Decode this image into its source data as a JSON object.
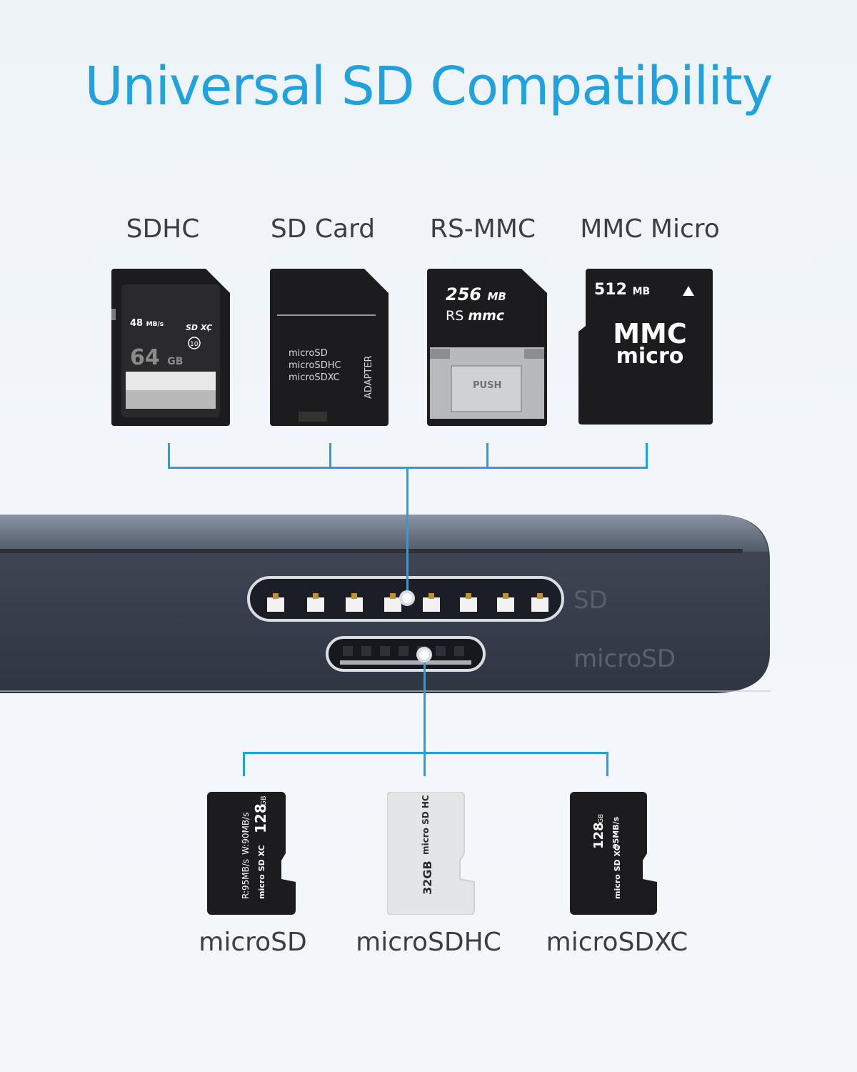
{
  "title": "Universal SD Compatibility",
  "colors": {
    "accent": "#1ea3e0",
    "card_dark": "#1c1c1e",
    "device": "#3e4553"
  },
  "top_cards": [
    {
      "label": "SDHC",
      "speed": "48",
      "speed_unit": "MB/s",
      "capacity": "64",
      "capacity_unit": "GB",
      "class_mark": "10",
      "logo": "SD XC",
      "uhs": "I",
      "icon": "sdhc-card-icon"
    },
    {
      "label": "SD Card",
      "lines": [
        "microSD",
        "microSDHC",
        "microSDXC"
      ],
      "vertical_text": "ADAPTER",
      "icon": "sd-adapter-card-icon"
    },
    {
      "label": "RS-MMC",
      "capacity": "256",
      "capacity_unit": "MB",
      "brand_prefix": "RS",
      "brand_suffix": "mmc",
      "push_text": "PUSH",
      "icon": "rs-mmc-card-icon"
    },
    {
      "label": "MMC Micro",
      "capacity": "512",
      "capacity_unit": "MB",
      "brand_line1": "MMC",
      "brand_line2": "micro",
      "icon": "mmc-micro-card-icon"
    }
  ],
  "device": {
    "slot_sd_label": "SD",
    "slot_micro_label": "microSD"
  },
  "bottom_cards": [
    {
      "label": "microSD",
      "speed_read": "R:95MB/s",
      "speed_write": "W:90MB/s",
      "capacity": "128",
      "capacity_unit": "GB",
      "logo": "micro SD XC",
      "icon": "microsd-card-icon"
    },
    {
      "label": "microSDHC",
      "capacity": "32GB",
      "logo": "micro SD HC",
      "icon": "microsdhc-card-icon"
    },
    {
      "label": "microSDXC",
      "capacity": "128",
      "capacity_unit": "GB",
      "speed": "95MB/s",
      "logo": "micro SD XC",
      "icon": "microsdxc-card-icon"
    }
  ]
}
